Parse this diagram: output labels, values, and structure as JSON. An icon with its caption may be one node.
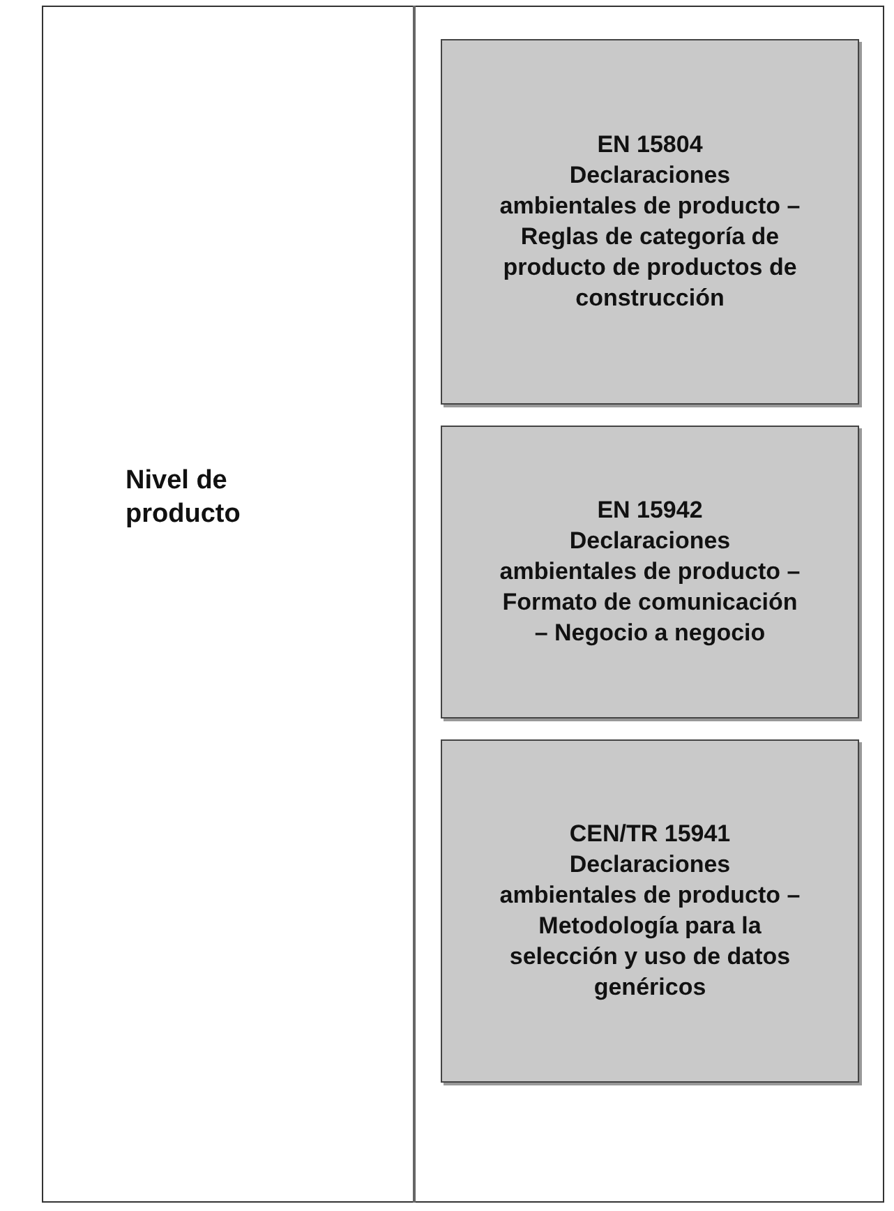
{
  "diagram": {
    "nodes": [
      {
        "text": [
          "EN 15804",
          "Declaraciones ambientales de producto – Reglas de categoría de producto de productos de construcción"
        ]
      },
      {
        "text": [
          "EN 15942",
          "Declaraciones ambientales de producto – Formato de comunicación – Negocio a negocio"
        ]
      },
      {
        "text": [
          "CEN/TR 15941",
          "Declaraciones ambientales de producto – Metodología para la selección y uso de datos genéricos"
        ]
      }
    ],
    "labels": [
      "Nivel de producto"
    ]
  }
}
